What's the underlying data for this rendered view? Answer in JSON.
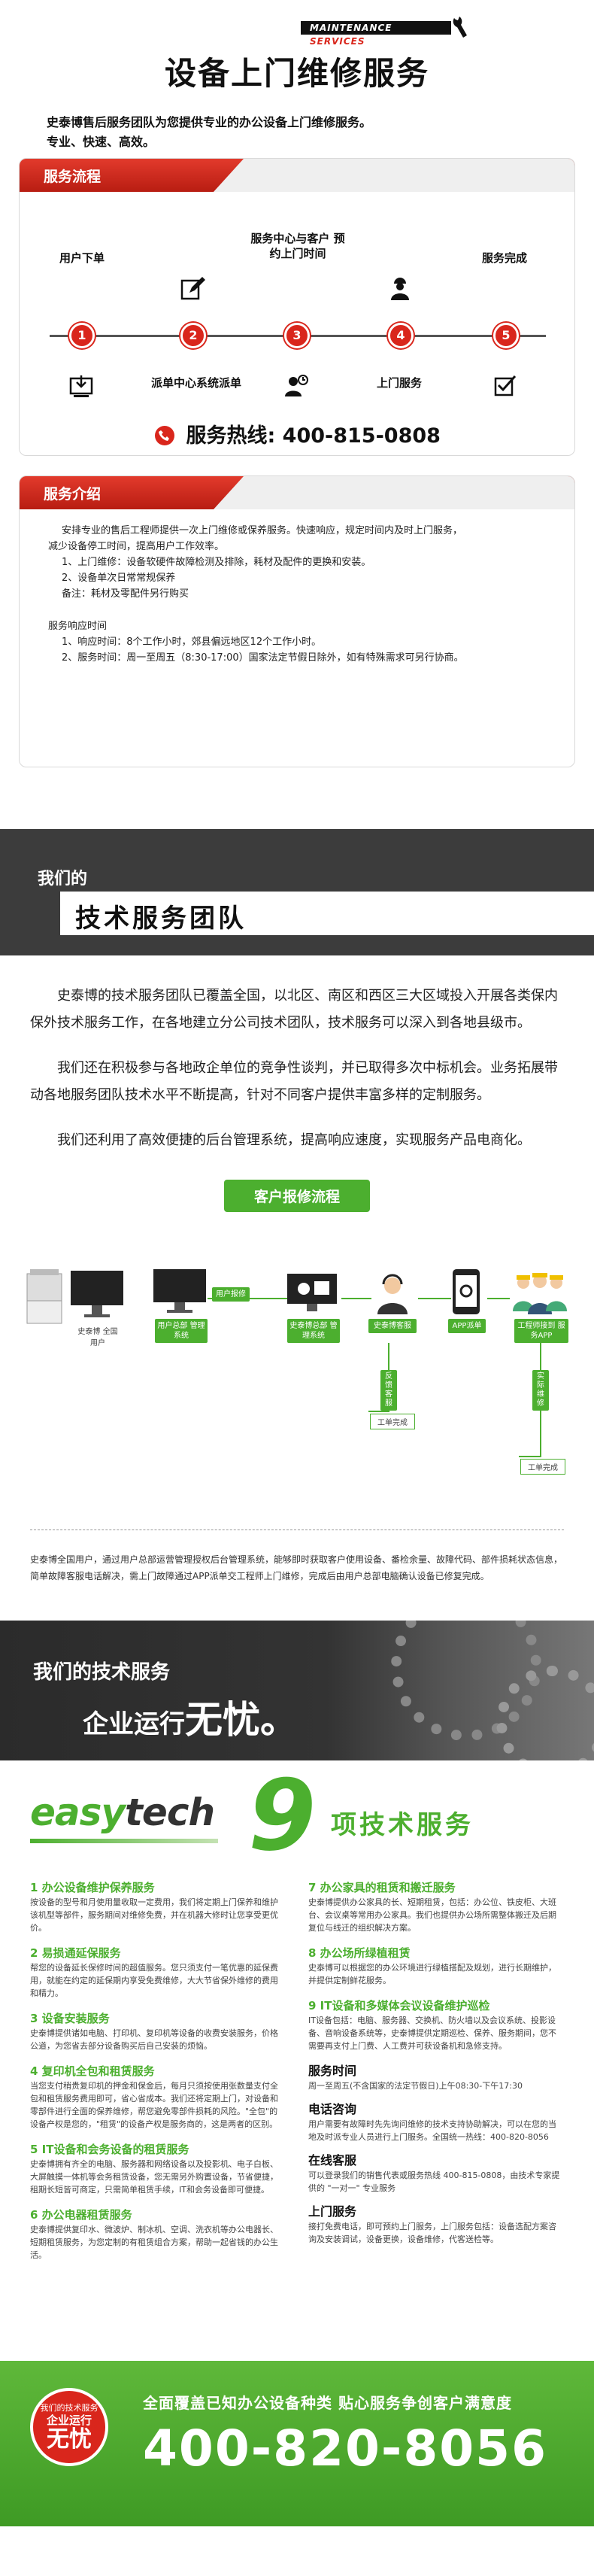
{
  "header": {
    "tag_part1": "MAINTENANCE",
    "tag_part2": "SERVICES",
    "title": "设备上门维修服务",
    "desc_line1": "史泰博售后服务团队为您提供专业的办公设备上门维修服务。",
    "desc_line2": "专业、快速、高效。"
  },
  "process": {
    "heading": "服务流程",
    "steps": [
      {
        "num": "1",
        "label": "用户下单"
      },
      {
        "num": "2",
        "label": "派单中心系统派单"
      },
      {
        "num": "3",
        "label": "服务中心与客户 预约上门时间"
      },
      {
        "num": "4",
        "label": "上门服务"
      },
      {
        "num": "5",
        "label": "服务完成"
      }
    ],
    "hotline_label": "服务热线:",
    "hotline_number": "400-815-0808"
  },
  "intro": {
    "heading": "服务介绍",
    "p1": "安排专业的售后工程师提供一次上门维修或保养服务。快速响应，规定时间内及时上门服务，",
    "p2": "减少设备停工时间，提高用户工作效率。",
    "l1": "1、上门维修：设备软硬件故障检测及排除，耗材及配件的更换和安装。",
    "l2": "2、设备单次日常常规保养",
    "l3": "备注：耗材及零配件另行购买",
    "resp_title": "服务响应时间",
    "r1": "1、响应时间：8个工作小时，郊县偏远地区12个工作小时。",
    "r2": "2、服务时间：周一至周五（8:30-17:00）国家法定节假日除外，如有特殊需求可另行协商。"
  },
  "team": {
    "small": "我们的",
    "big": "技术服务团队",
    "p1": "史泰博的技术服务团队已覆盖全国，以北区、南区和西区三大区域投入开展各类保内保外技术服务工作，在各地建立分公司技术团队，技术服务可以深入到各地县级市。",
    "p2": "我们还在积极参与各地政企单位的竞争性谈判，并已取得多次中标机会。业务拓展带动各地服务团队技术水平不断提高，针对不同客户提供丰富多样的定制服务。",
    "p3": "我们还利用了高效便捷的后台管理系统，提高响应速度，实现服务产品电商化。"
  },
  "flow": {
    "title": "客户报修流程",
    "device_caption": "史泰博 全国用户",
    "box_user": "用户总部 管理系统",
    "box_user_report": "用户报修",
    "box_admin": "史泰博总部 管理系统",
    "box_review": "史泰博客服",
    "box_app": "APP派单",
    "box_engineer": "工程师接到 服务APP",
    "box_feedback": "反馈 客服",
    "box_repair": "实际 维修",
    "box_done": "工单完成",
    "box_end": "工单完成",
    "note": "史泰博全国用户，通过用户总部运营管理授权后台管理系统，能够即时获取客户使用设备、番检余量、故障代码、部件损耗状态信息，简单故障客服电话解决，需上门故障通过APP派单交工程师上门维修，完成后由用户总部电脑确认设备已修复完成。"
  },
  "worry": {
    "line1": "我们的技术服务",
    "line2a": "企业运行",
    "line2b": "无忧。"
  },
  "brand": {
    "easy_a": "easy",
    "easy_b": "tech",
    "nine": "9",
    "nine_text": "项技术服务"
  },
  "tech": {
    "left": [
      {
        "title": "1 办公设备维护保养服务",
        "desc": "按设备的型号和月使用量收取一定费用，我们将定期上门保养和维护该机型等部件，服务期间对维修免费，并在机器大修时让您享受更优价。"
      },
      {
        "title": "2 易损通延保服务",
        "desc": "帮您的设备延长保修时间的超值服务。您只须支付一笔优惠的延保费用，就能在约定的延保期内享受免费维修，大大节省保外维修的费用和精力。"
      },
      {
        "title": "3 设备安装服务",
        "desc": "史泰博提供诸如电脑、打印机、复印机等设备的收费安装服务，价格公道，为您省去部分设备购买后自己安装的烦恼。"
      },
      {
        "title": "4 复印机全包和租赁服务",
        "desc": "当您支付稍贵复印机的押金和保金后，每月只须按使用张数量支付全包和租赁服务费用即可，省心省成本。我们还将定期上门，对设备和零部件进行全面的保养维修，帮您避免零部件损耗的风险。\"全包\"的设备产权是您的，\"租赁\"的设备产权是服务商的，这是两者的区别。"
      },
      {
        "title": "5 IT设备和会务设备的租赁服务",
        "desc": "史泰博拥有齐全的电脑、服务器和网络设备以及投影机、电子白板、大屏触摸一体机等会务租赁设备，您无需另外购置设备，节省便捷，租期长短皆可商定，只需简单租赁手续，IT和会务设备即可便捷。"
      },
      {
        "title": "6 办公电器租赁服务",
        "desc": "史泰博提供复印水、微波炉、制冰机、空调、洗衣机等办公电器长、短期租赁服务，为您定制的有租赁组合方案，帮助一起省钱的办公生活。"
      }
    ],
    "right": [
      {
        "title": "7 办公家具的租赁和搬迁服务",
        "desc": "史泰博提供办公家具的长、短期租赁，包括：办公位、铁皮柜、大班台、会议桌等常用办公家具。我们也提供办公场所需整体搬迁及后期复位与线迁的组织解决方案。"
      },
      {
        "title": "8 办公场所绿植租赁",
        "desc": "史泰博可以根据您的办公环境进行绿植搭配及规划，进行长期维护，并提供定制鲜花服务。"
      },
      {
        "title": "9 IT设备和多媒体会议设备维护巡检",
        "desc": "IT设备包括：电脑、服务器、交换机、防火墙以及会议系统、投影设备、音响设备系统等，史泰博提供定期巡检、保养、服务期间，您不需要再支付上门费、人工费并可获设备机和急修支持。"
      }
    ],
    "services": [
      {
        "title": "服务时间",
        "desc": "周一至周五(不含国家的法定节假日)上午08:30-下午17:30"
      },
      {
        "title": "电话咨询",
        "desc": "用户需要有故障时先先询问维修的技术支持协助解决，可以在您的当地及时派专业人员进行上门服务。全国统一热线：400-820-8056"
      },
      {
        "title": "在线客服",
        "desc": "可以登录我们的销售代表或服务热线 400-815-0808，由技术专家提供的 \"一对一\" 专业服务"
      },
      {
        "title": "上门服务",
        "desc": "接打免费电话，即可预约上门服务，上门服务包括：设备选配方案咨询及安装调试，设备更换，设备维修，代客送检等。"
      }
    ]
  },
  "footer": {
    "badge1": "我们的技术服务",
    "badge2": "企业运行",
    "badge3": "无忧",
    "slogan": "全面覆盖已知办公设备种类   贴心服务争创客户满意度",
    "phone": "400-820-8056"
  },
  "colors": {
    "red": "#d9261c",
    "green": "#4caf2f",
    "dark": "#3c3c3c"
  }
}
